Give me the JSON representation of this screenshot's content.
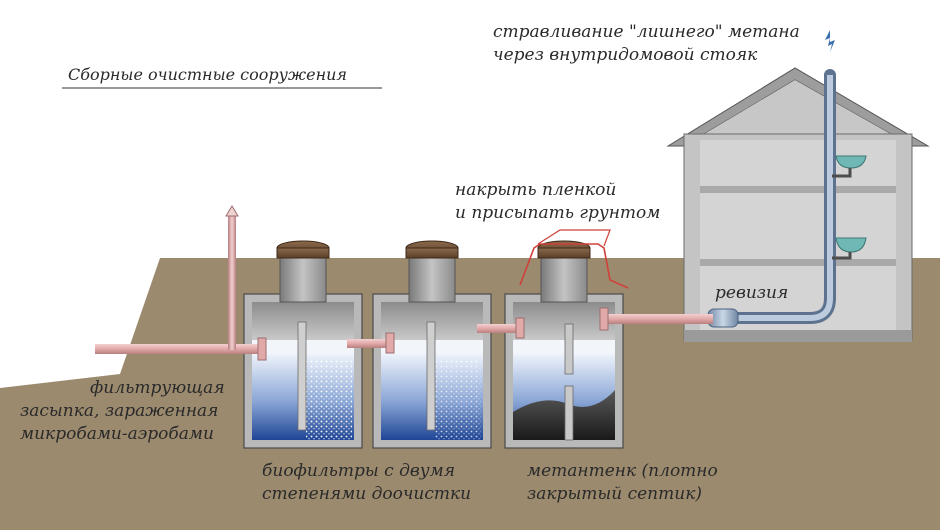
{
  "diagram": {
    "title": "Сборные очистные сооружения",
    "labels": {
      "methane_vent": [
        "стравливание \"лишнего\" метана",
        "через внутридомовой стояк"
      ],
      "cover_film": [
        "накрыть пленкой",
        "и присыпать грунтом"
      ],
      "revision": "ревизия",
      "filter_fill": [
        "фильтрующая",
        "засыпка, зараженная",
        "микробами-аэробами"
      ],
      "biofilters": [
        "биофильтры с двумя",
        "степенями доочистки"
      ],
      "methane_tank": [
        "метантенк (плотно",
        "закрытый септик)"
      ]
    },
    "colors": {
      "soil": "#9b8a6e",
      "pipe_pink": "#e2a9a9",
      "riser_blue": "#8fa6c0",
      "tank_gray": "#a3a3a3",
      "lid_brown": "#6e5138",
      "water_blue": "#2f58a6",
      "film_red": "#d0403a",
      "house_gray": "#bdbdbd"
    }
  }
}
